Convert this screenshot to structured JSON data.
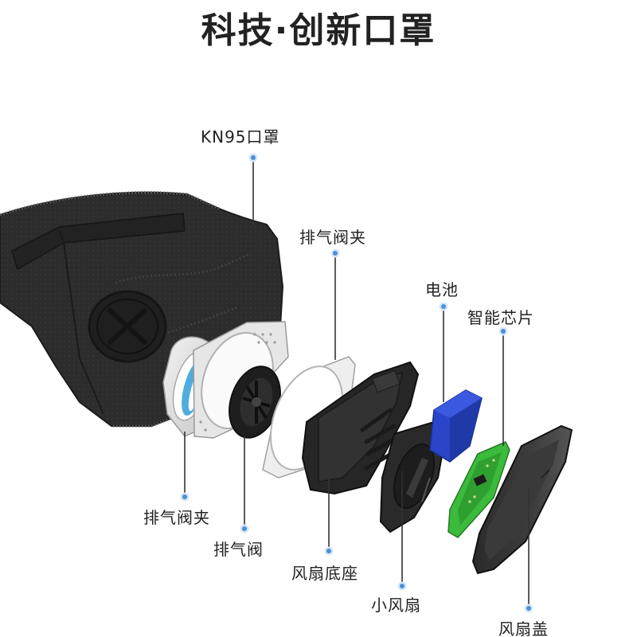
{
  "title": "科技·创新口罩",
  "labels": {
    "kn95": "KN95口罩",
    "valve_clip_top": "排气阀夹",
    "battery": "电池",
    "chip": "智能芯片",
    "valve_clip_bottom": "排气阀夹",
    "valve": "排气阀",
    "fan_base": "风扇底座",
    "small_fan": "小风扇",
    "fan_cover": "风扇盖"
  },
  "colors": {
    "mask": "#2b2b2b",
    "accent_blue": "#2f9fd8",
    "battery": "#2a45c8",
    "chip": "#3bbb3b",
    "leader_dot": "#4a90d9"
  }
}
